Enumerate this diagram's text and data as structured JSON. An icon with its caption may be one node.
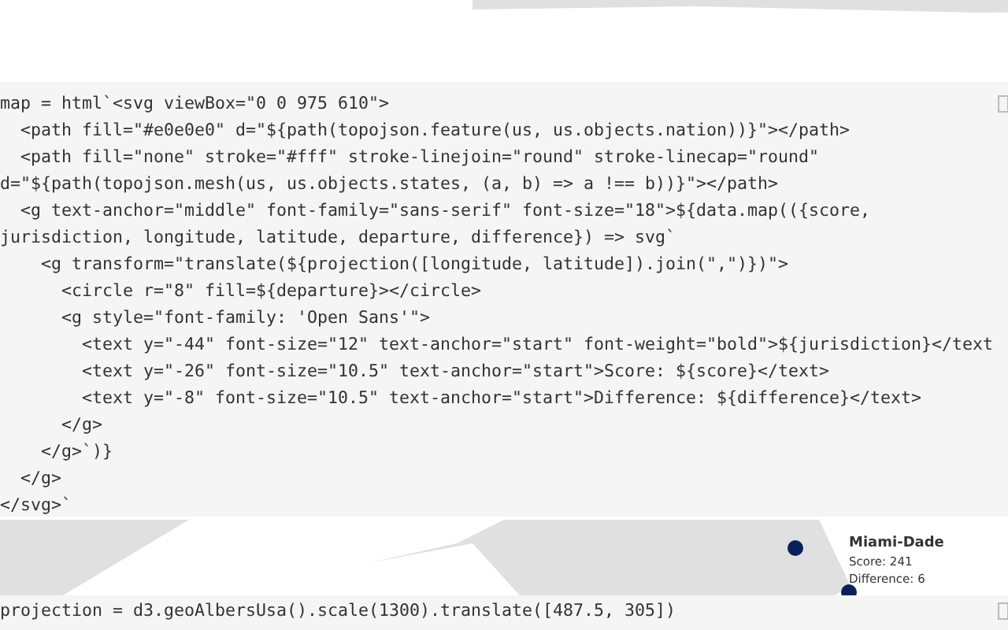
{
  "diagram": {
    "labels": [
      "map = html`<svg viewBox=\"0 0 975 610\">",
      "<path fill=\"#e0e0e0\" d=\"${path(topojson.feature(us, us.objects.nation))}\"></path>",
      "<path fill=\"none\" stroke=\"#fff\" stroke-linejoin=\"round\" stroke-linecap=\"round\"",
      "d=\"${path(topojson.mesh(us, us.objects.states, (a, b) => a !== b))}\"></path>",
      "<g text-anchor=\"middle\" font-family=\"sans-serif\" font-size=\"18\">${data.map(({score,",
      "jurisdiction, longitude, latitude, departure, difference}) => svg`",
      "<g transform=\"translate(${projection([longitude, latitude]).join(\",\")})\">",
      "<circle r=\"8\" fill=${departure}></circle>",
      "<g style=\"font-family: 'Open Sans'\">",
      "<text y=\"-44\" font-size=\"12\" text-anchor=\"start\" font-weight=\"bold\">${jurisdiction}</text",
      "<text y=\"-26\" font-size=\"10.5\" text-anchor=\"start\">Score: ${score}</text>",
      "<text y=\"-8\" font-size=\"10.5\" text-anchor=\"start\">Difference: ${difference}</text>",
      "</g>",
      "</g>`)}",
      "</g>",
      "</svg>`",
      "Miami-Dade",
      "Score: 241",
      "Difference: 6",
      "projection = d3.geoAlbersUsa().scale(1300).translate([487.5, 305])"
    ]
  }
}
